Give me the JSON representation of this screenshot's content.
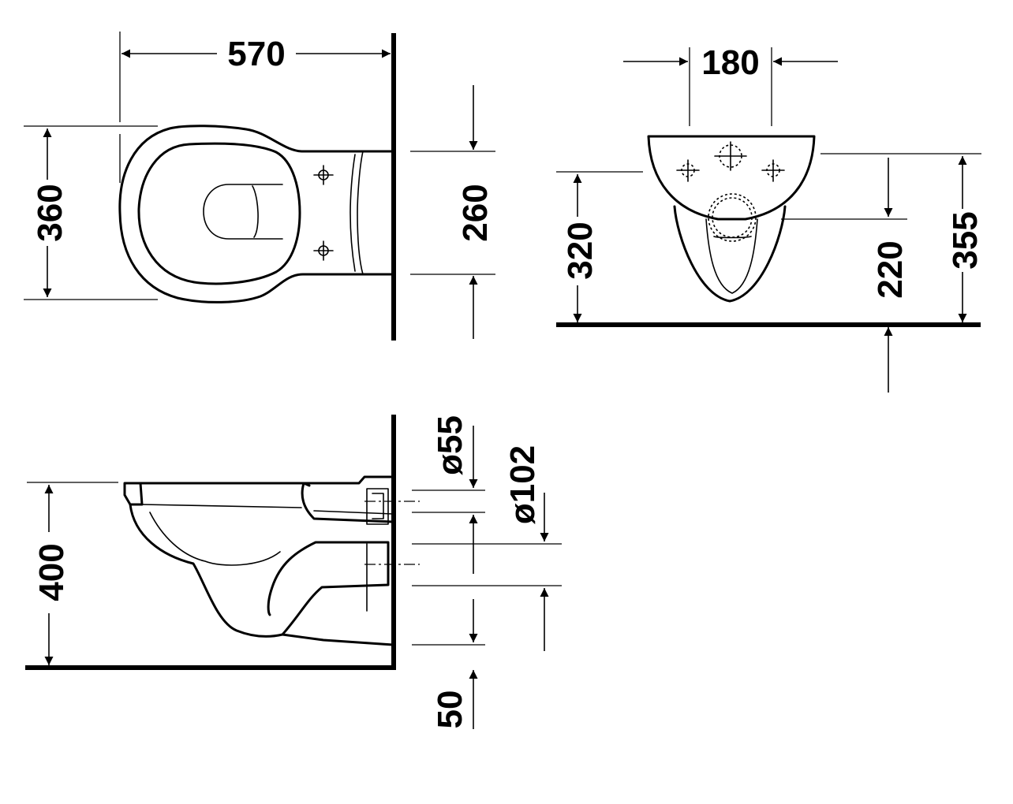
{
  "dimensions": {
    "top_view": {
      "width": "570",
      "depth": "360",
      "mount_spacing": "260"
    },
    "front_view": {
      "fixing_spacing": "180",
      "height_bottom": "320",
      "height_top": "355",
      "outlet_center": "220"
    },
    "side_view": {
      "rim_height": "400",
      "inlet_diameter": "ø55",
      "outlet_diameter": "ø102",
      "outlet_offset": "50"
    }
  }
}
